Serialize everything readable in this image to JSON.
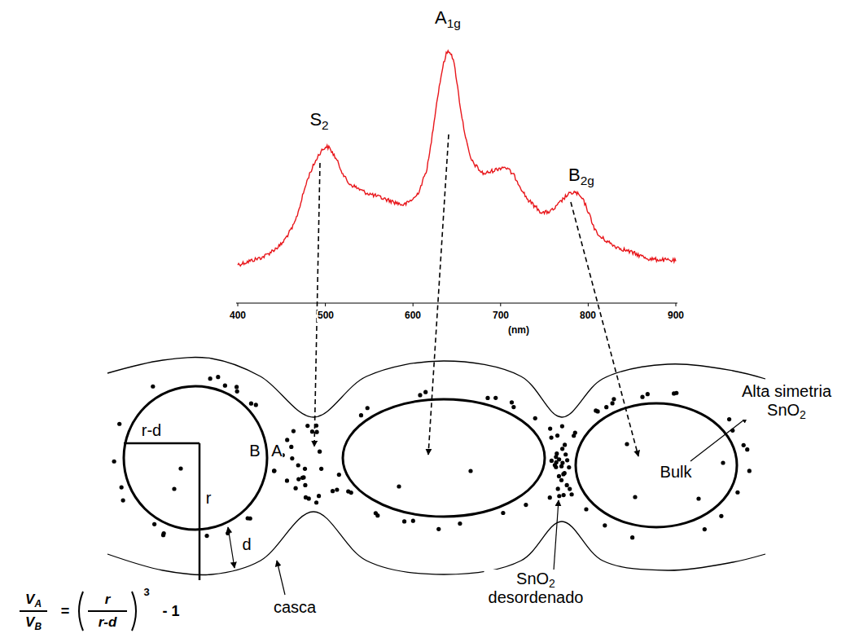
{
  "diagram": {
    "labels": [
      "S2",
      "A1g",
      "B2g",
      "400",
      "500",
      "600",
      "700",
      "800",
      "900",
      "(nm)",
      "Alta simetria SnO2",
      "Bulk",
      "r-d",
      "r",
      "B",
      "A",
      "d",
      "casca",
      "SnO2 desordenado",
      "VA",
      "VB",
      "=",
      "r",
      "r-d",
      "3",
      "- 1"
    ]
  }
}
